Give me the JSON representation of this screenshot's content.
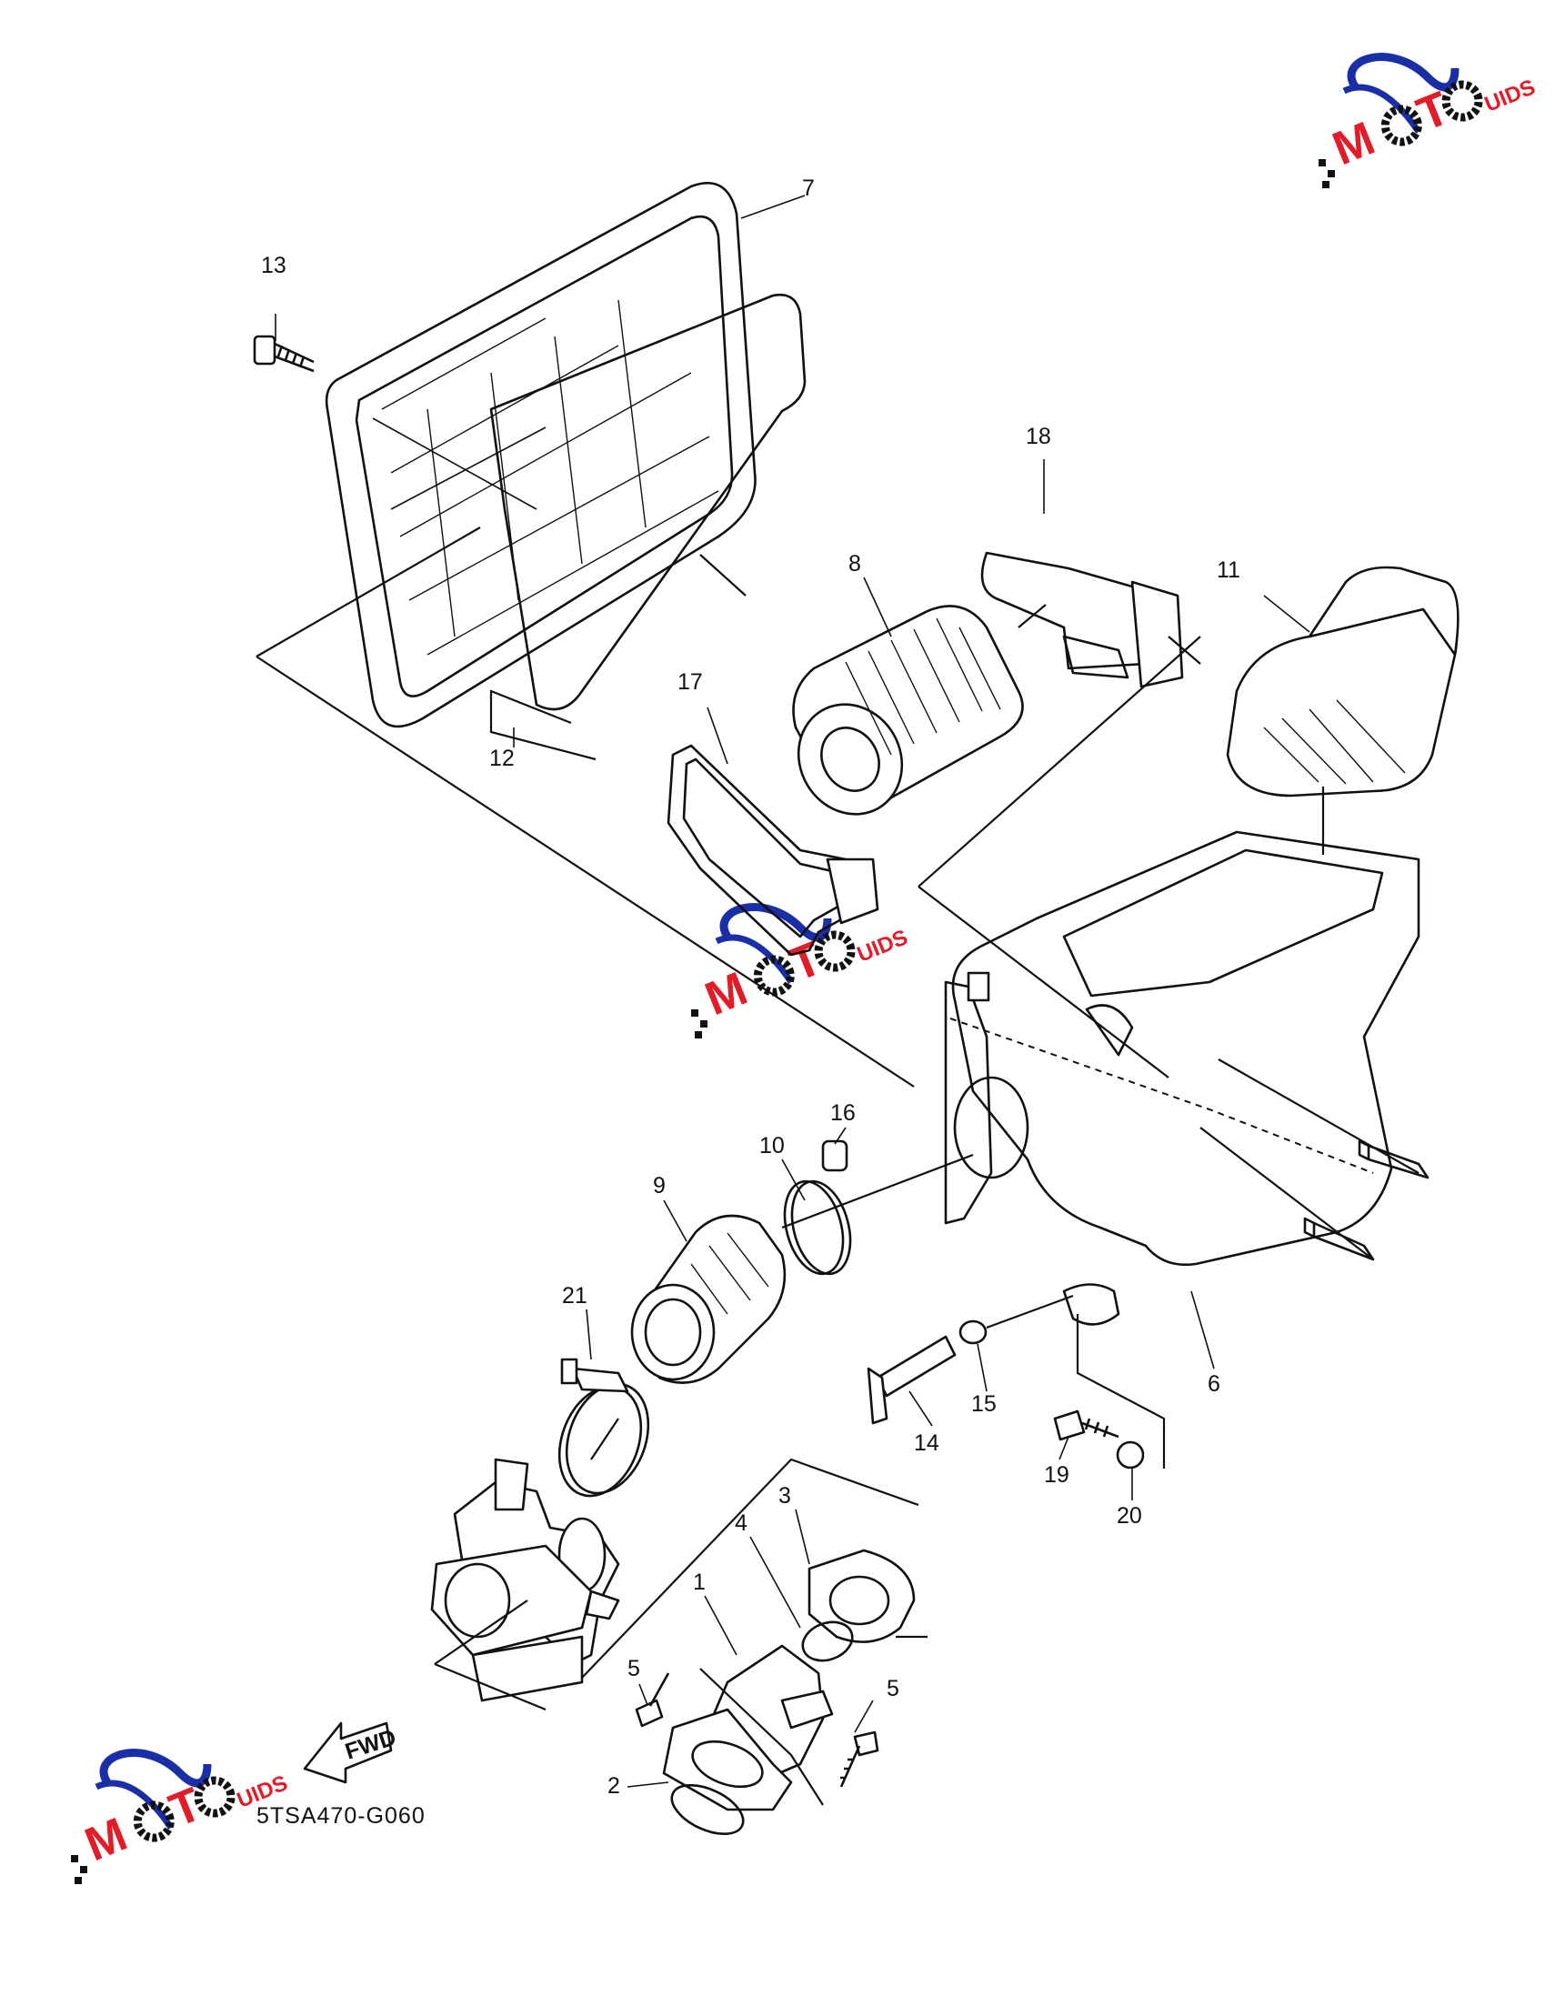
{
  "diagram": {
    "part_labels": [
      "1",
      "2",
      "3",
      "4",
      "5",
      "5",
      "6",
      "7",
      "8",
      "9",
      "10",
      "11",
      "12",
      "13",
      "14",
      "15",
      "16",
      "17",
      "18",
      "19",
      "20",
      "21"
    ],
    "code": "5TSA470-G060",
    "fwd_label": "FWD",
    "watermark": {
      "text": "MOTO GUIDS",
      "colors": {
        "swoosh": "#1a2ea8",
        "red": "#e11d2a",
        "gear": "#111111"
      }
    }
  }
}
